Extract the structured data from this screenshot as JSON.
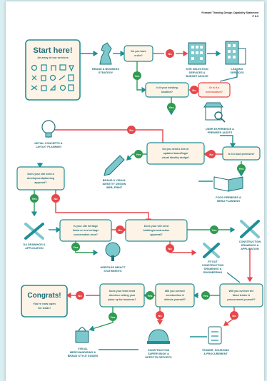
{
  "header": {
    "title": "Forward Thinking Design Capability Statement",
    "page": "P 8-9"
  },
  "start_box": {
    "title": "Start here!",
    "subtitle": "An array of our services"
  },
  "congrats_box": {
    "title": "Congrats!",
    "subtitle_1": "You're now open",
    "subtitle_2": "for trade!"
  },
  "labels": {
    "brand_strategy": [
      "BRAND & BUSINESS",
      "STRATEGY"
    ],
    "site_selection": [
      "SITE SELECTION",
      "SERVICES &",
      "BUDGET ADVICE"
    ],
    "leasing": [
      "LEASING",
      "SERVICES"
    ],
    "user_experience": [
      "USER EXPERIENCE &",
      "PREMISES AUDITS"
    ],
    "initial_concepts": [
      "INITIAL CONCEPTS &",
      "LAYOUT PLANNING"
    ],
    "brand_identity": [
      "BRAND & VISUAL",
      "IDENTITY DESIGN",
      "WEB, PRINT"
    ],
    "food_premises": [
      "FOOD PREMISES &",
      "MENU PLANNING"
    ],
    "da_drawings": [
      "DA DRAWINGS &",
      "APPLICATION"
    ],
    "heritage": [
      "HERITAGE IMPACT",
      "STATEMENTS"
    ],
    "construction_drawings": [
      "CONSTRUCTION",
      "DRAWINGS &",
      "APPLICATION"
    ],
    "fitout": [
      "FITOUT",
      "CONSTRUCTION",
      "DRAWINGS &",
      "ENGINEERING"
    ],
    "visual_merch": [
      "VISUAL",
      "MERCHANDISING &",
      "BRAND STYLE GUIDES"
    ],
    "supervision": [
      "CONSTRUCTION",
      "SUPERVISION &",
      "DEFECTS REPORTS"
    ],
    "tender": [
      "TENDER, SOURCING",
      "& PROCUREMENT"
    ]
  },
  "questions": {
    "have_site": [
      "Do you have",
      "a site?"
    ],
    "existing_location": [
      "Is it your existing",
      "location?"
    ],
    "new_location": [
      "Or is it a",
      "new location?"
    ],
    "food_premises_q": [
      "Is it a food premises?"
    ],
    "need_brand": [
      "Do you need a new or",
      "updated brand/logo/",
      "visual identity design?"
    ],
    "need_dev_approval": [
      "Does your site need a",
      "development/planning",
      "approval?"
    ],
    "heritage_q": [
      "Is your site heritage",
      "listed or in a heritage",
      "conservation zone?"
    ],
    "building_approval": [
      "Does your site need",
      "building/construction",
      "approval?"
    ],
    "oversee_tender": [
      "Will you oversee the",
      "fitout tender &",
      "procurement yourself?"
    ],
    "oversee_construction": [
      "Will you oversee",
      "construction &",
      "defects yourself?"
    ],
    "need_direction": [
      "Does your team need",
      "direction setting your",
      "place up for business?"
    ]
  },
  "yes_label": "Yes",
  "no_label": "No",
  "colors": {
    "teal": "#1f8f96",
    "teal_dark": "#1f6f78",
    "teal_light": "#7cc9cd",
    "red": "#e6474b",
    "green": "#2f9a52",
    "cream": "#fdf3e6"
  }
}
